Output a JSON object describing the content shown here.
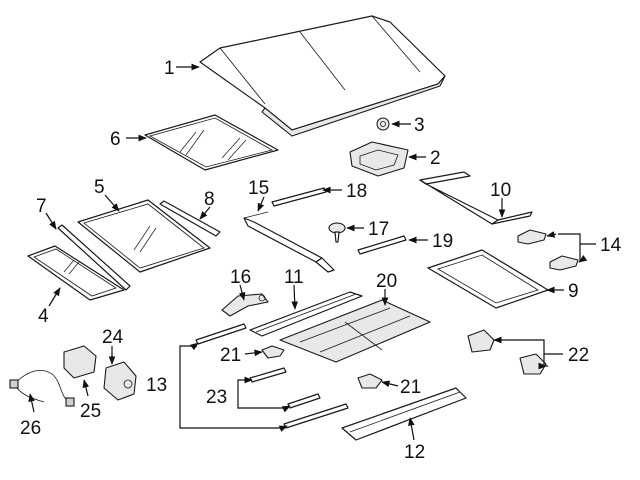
{
  "diagram": {
    "callouts": [
      "1",
      "2",
      "3",
      "4",
      "5",
      "6",
      "7",
      "8",
      "9",
      "10",
      "11",
      "12",
      "13",
      "14",
      "15",
      "16",
      "17",
      "18",
      "19",
      "20",
      "21",
      "21",
      "22",
      "23",
      "24",
      "25",
      "26"
    ]
  }
}
